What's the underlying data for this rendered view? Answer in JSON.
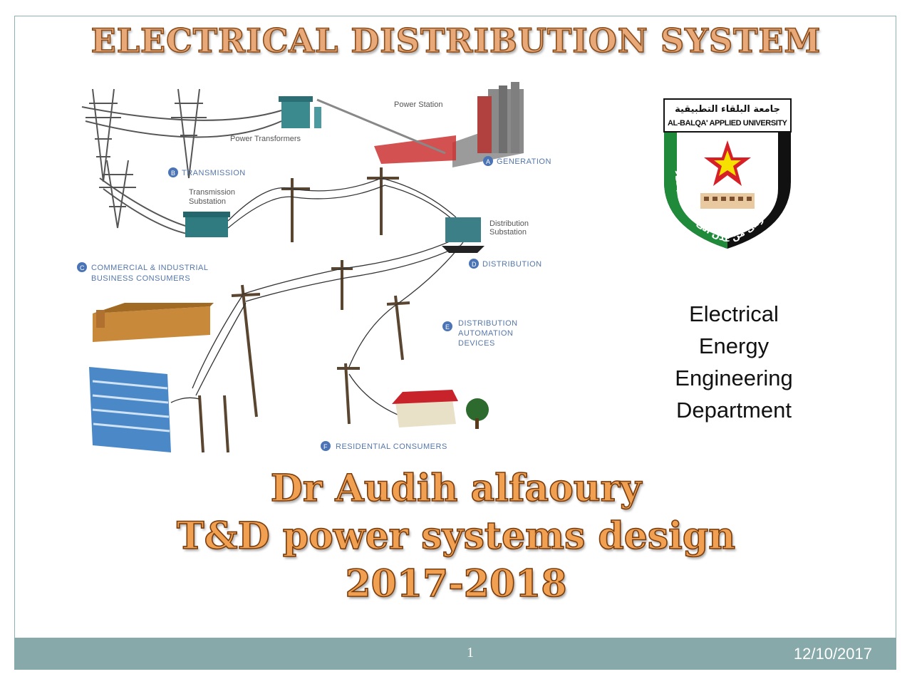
{
  "slide": {
    "title": "ELECTRICAL DISTRIBUTION SYSTEM",
    "department_lines": [
      "Electrical",
      "Energy",
      "Engineering",
      "Department"
    ],
    "author": "Dr Audih alfaoury",
    "course": "T&D power systems design",
    "year": "2017-2018",
    "page_number": "1",
    "date": "12/10/2017"
  },
  "diagram": {
    "labels": {
      "power_station": "Power Station",
      "power_transformers": "Power Transformers",
      "generation": "GENERATION",
      "transmission": "TRANSMISSION",
      "transmission_substation": [
        "Transmission",
        "Substation"
      ],
      "distribution_substation": [
        "Distribution",
        "Substation"
      ],
      "distribution": "DISTRIBUTION",
      "commercial": [
        "COMMERCIAL & INDUSTRIAL",
        "BUSINESS CONSUMERS"
      ],
      "automation": [
        "DISTRIBUTION",
        "AUTOMATION",
        "DEVICES"
      ],
      "residential": "RESIDENTIAL CONSUMERS"
    },
    "badges": {
      "generation": "A",
      "transmission": "B",
      "commercial": "C",
      "distribution": "D",
      "automation": "E",
      "residential": "F"
    }
  },
  "logo": {
    "arabic_name": "جامعة البلقاء التطبيقية",
    "english_name": "AL-BALQA' APPLIED UNIVERSITY",
    "motto": "كرمى من عدن الى عمان البلقاء",
    "colors": {
      "green": "#1f8a3a",
      "black": "#111111",
      "red": "#d61f26",
      "yellow": "#f6e000"
    }
  },
  "colors": {
    "accent": "#87a9aa",
    "title_fill": "#e8a878",
    "title_stroke": "#8a4d1c"
  }
}
